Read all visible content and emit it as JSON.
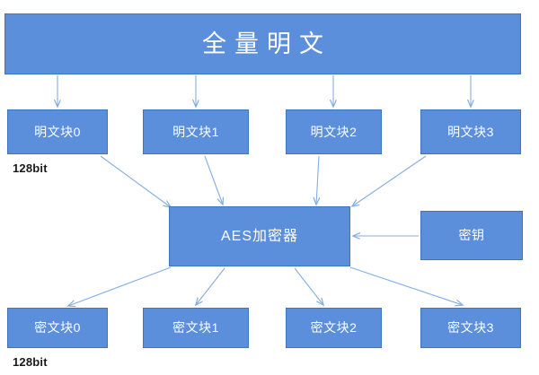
{
  "diagram": {
    "title": "AES block encryption flow",
    "colors": {
      "node_fill": "#5b8fdb",
      "node_border": "#3f74c0",
      "edge": "#85aee0",
      "node_text": "#ffffff",
      "caption_text": "#1a1a1a",
      "background": "#ffffff"
    },
    "nodes": {
      "full_plaintext": "全量明文",
      "plaintext_blocks": [
        "明文块0",
        "明文块1",
        "明文块2",
        "明文块3"
      ],
      "encryptor": "AES加密器",
      "key": "密钥",
      "ciphertext_blocks": [
        "密文块0",
        "密文块1",
        "密文块2",
        "密文块3"
      ]
    },
    "captions": {
      "plaintext_size": "128bit",
      "ciphertext_size": "128bit"
    },
    "edges": [
      {
        "from": "full_plaintext",
        "to": "明文块0",
        "style": "arrow"
      },
      {
        "from": "full_plaintext",
        "to": "明文块1",
        "style": "arrow"
      },
      {
        "from": "full_plaintext",
        "to": "明文块2",
        "style": "arrow"
      },
      {
        "from": "full_plaintext",
        "to": "明文块3",
        "style": "arrow"
      },
      {
        "from": "明文块0",
        "to": "AES加密器",
        "style": "arrow"
      },
      {
        "from": "明文块1",
        "to": "AES加密器",
        "style": "arrow"
      },
      {
        "from": "明文块2",
        "to": "AES加密器",
        "style": "arrow"
      },
      {
        "from": "明文块3",
        "to": "AES加密器",
        "style": "arrow"
      },
      {
        "from": "密钥",
        "to": "AES加密器",
        "style": "arrow"
      },
      {
        "from": "AES加密器",
        "to": "密文块0",
        "style": "arrow"
      },
      {
        "from": "AES加密器",
        "to": "密文块1",
        "style": "arrow"
      },
      {
        "from": "AES加密器",
        "to": "密文块2",
        "style": "arrow"
      },
      {
        "from": "AES加密器",
        "to": "密文块3",
        "style": "arrow"
      }
    ]
  }
}
